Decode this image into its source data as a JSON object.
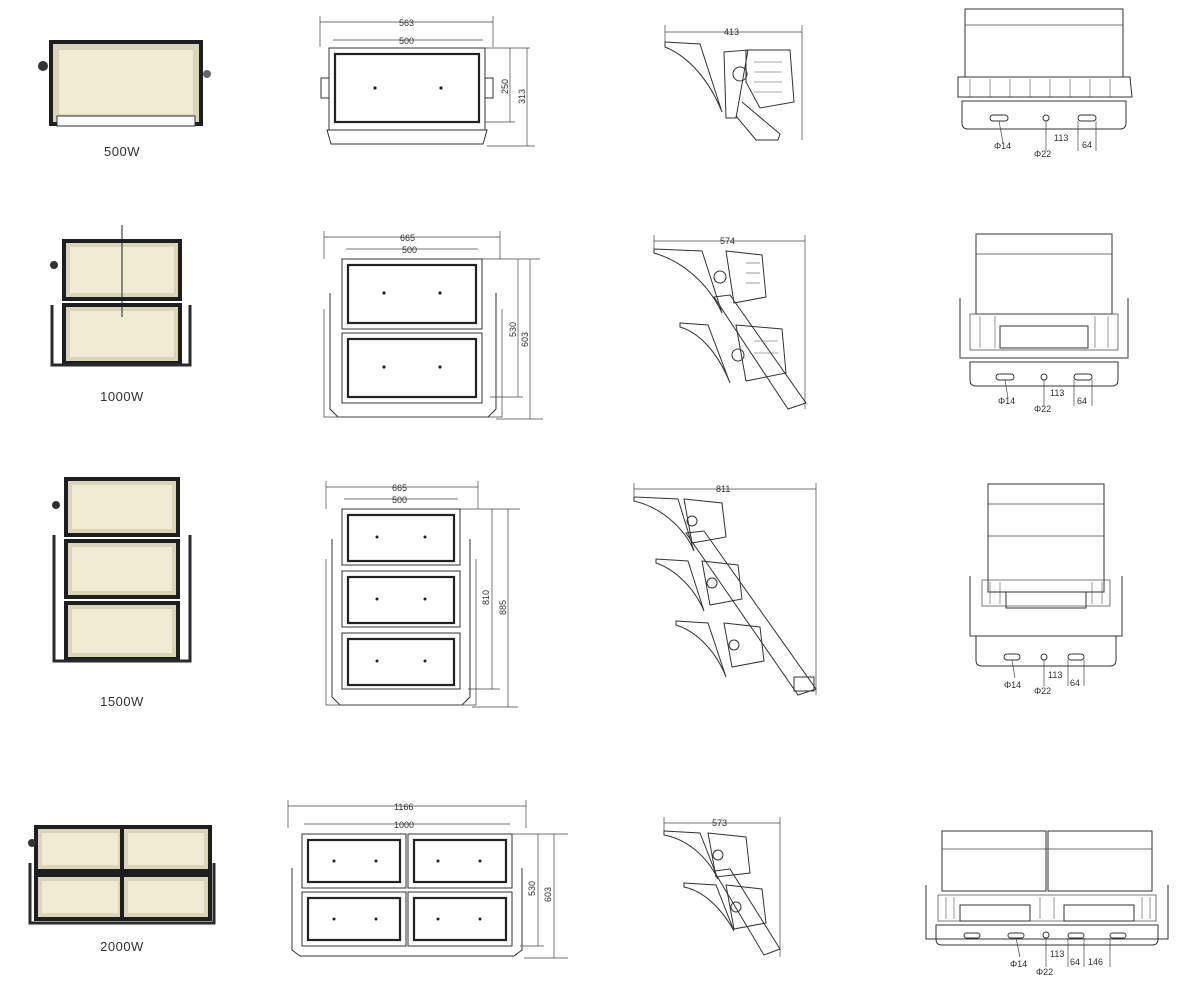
{
  "rows": [
    {
      "label": "500W",
      "front": {
        "outer": "563",
        "inner": "500",
        "panel_h": "250",
        "total_h": "313"
      },
      "side": {
        "depth": "413"
      },
      "back": {
        "hole_a": "Φ14",
        "hole_b": "Φ22",
        "dim_a": "113",
        "dim_b": "64"
      }
    },
    {
      "label": "1000W",
      "front": {
        "outer": "665",
        "inner": "500",
        "panel_h": "530",
        "total_h": "603"
      },
      "side": {
        "depth": "574"
      },
      "back": {
        "hole_a": "Φ14",
        "hole_b": "Φ22",
        "dim_a": "113",
        "dim_b": "64"
      }
    },
    {
      "label": "1500W",
      "front": {
        "outer": "665",
        "inner": "500",
        "panel_h": "810",
        "total_h": "885"
      },
      "side": {
        "depth": "811"
      },
      "back": {
        "hole_a": "Φ14",
        "hole_b": "Φ22",
        "dim_a": "113",
        "dim_b": "64"
      }
    },
    {
      "label": "2000W",
      "front": {
        "outer": "1166",
        "inner": "1000",
        "panel_h": "530",
        "total_h": "603"
      },
      "side": {
        "depth": "573"
      },
      "back": {
        "hole_a": "Φ14",
        "hole_b": "Φ22",
        "dim_a": "113",
        "dim_b": "64",
        "dim_c": "146"
      }
    }
  ],
  "colors": {
    "panel": "#d8d5b8",
    "glow": "#f0ecd4",
    "line": "#333333"
  }
}
